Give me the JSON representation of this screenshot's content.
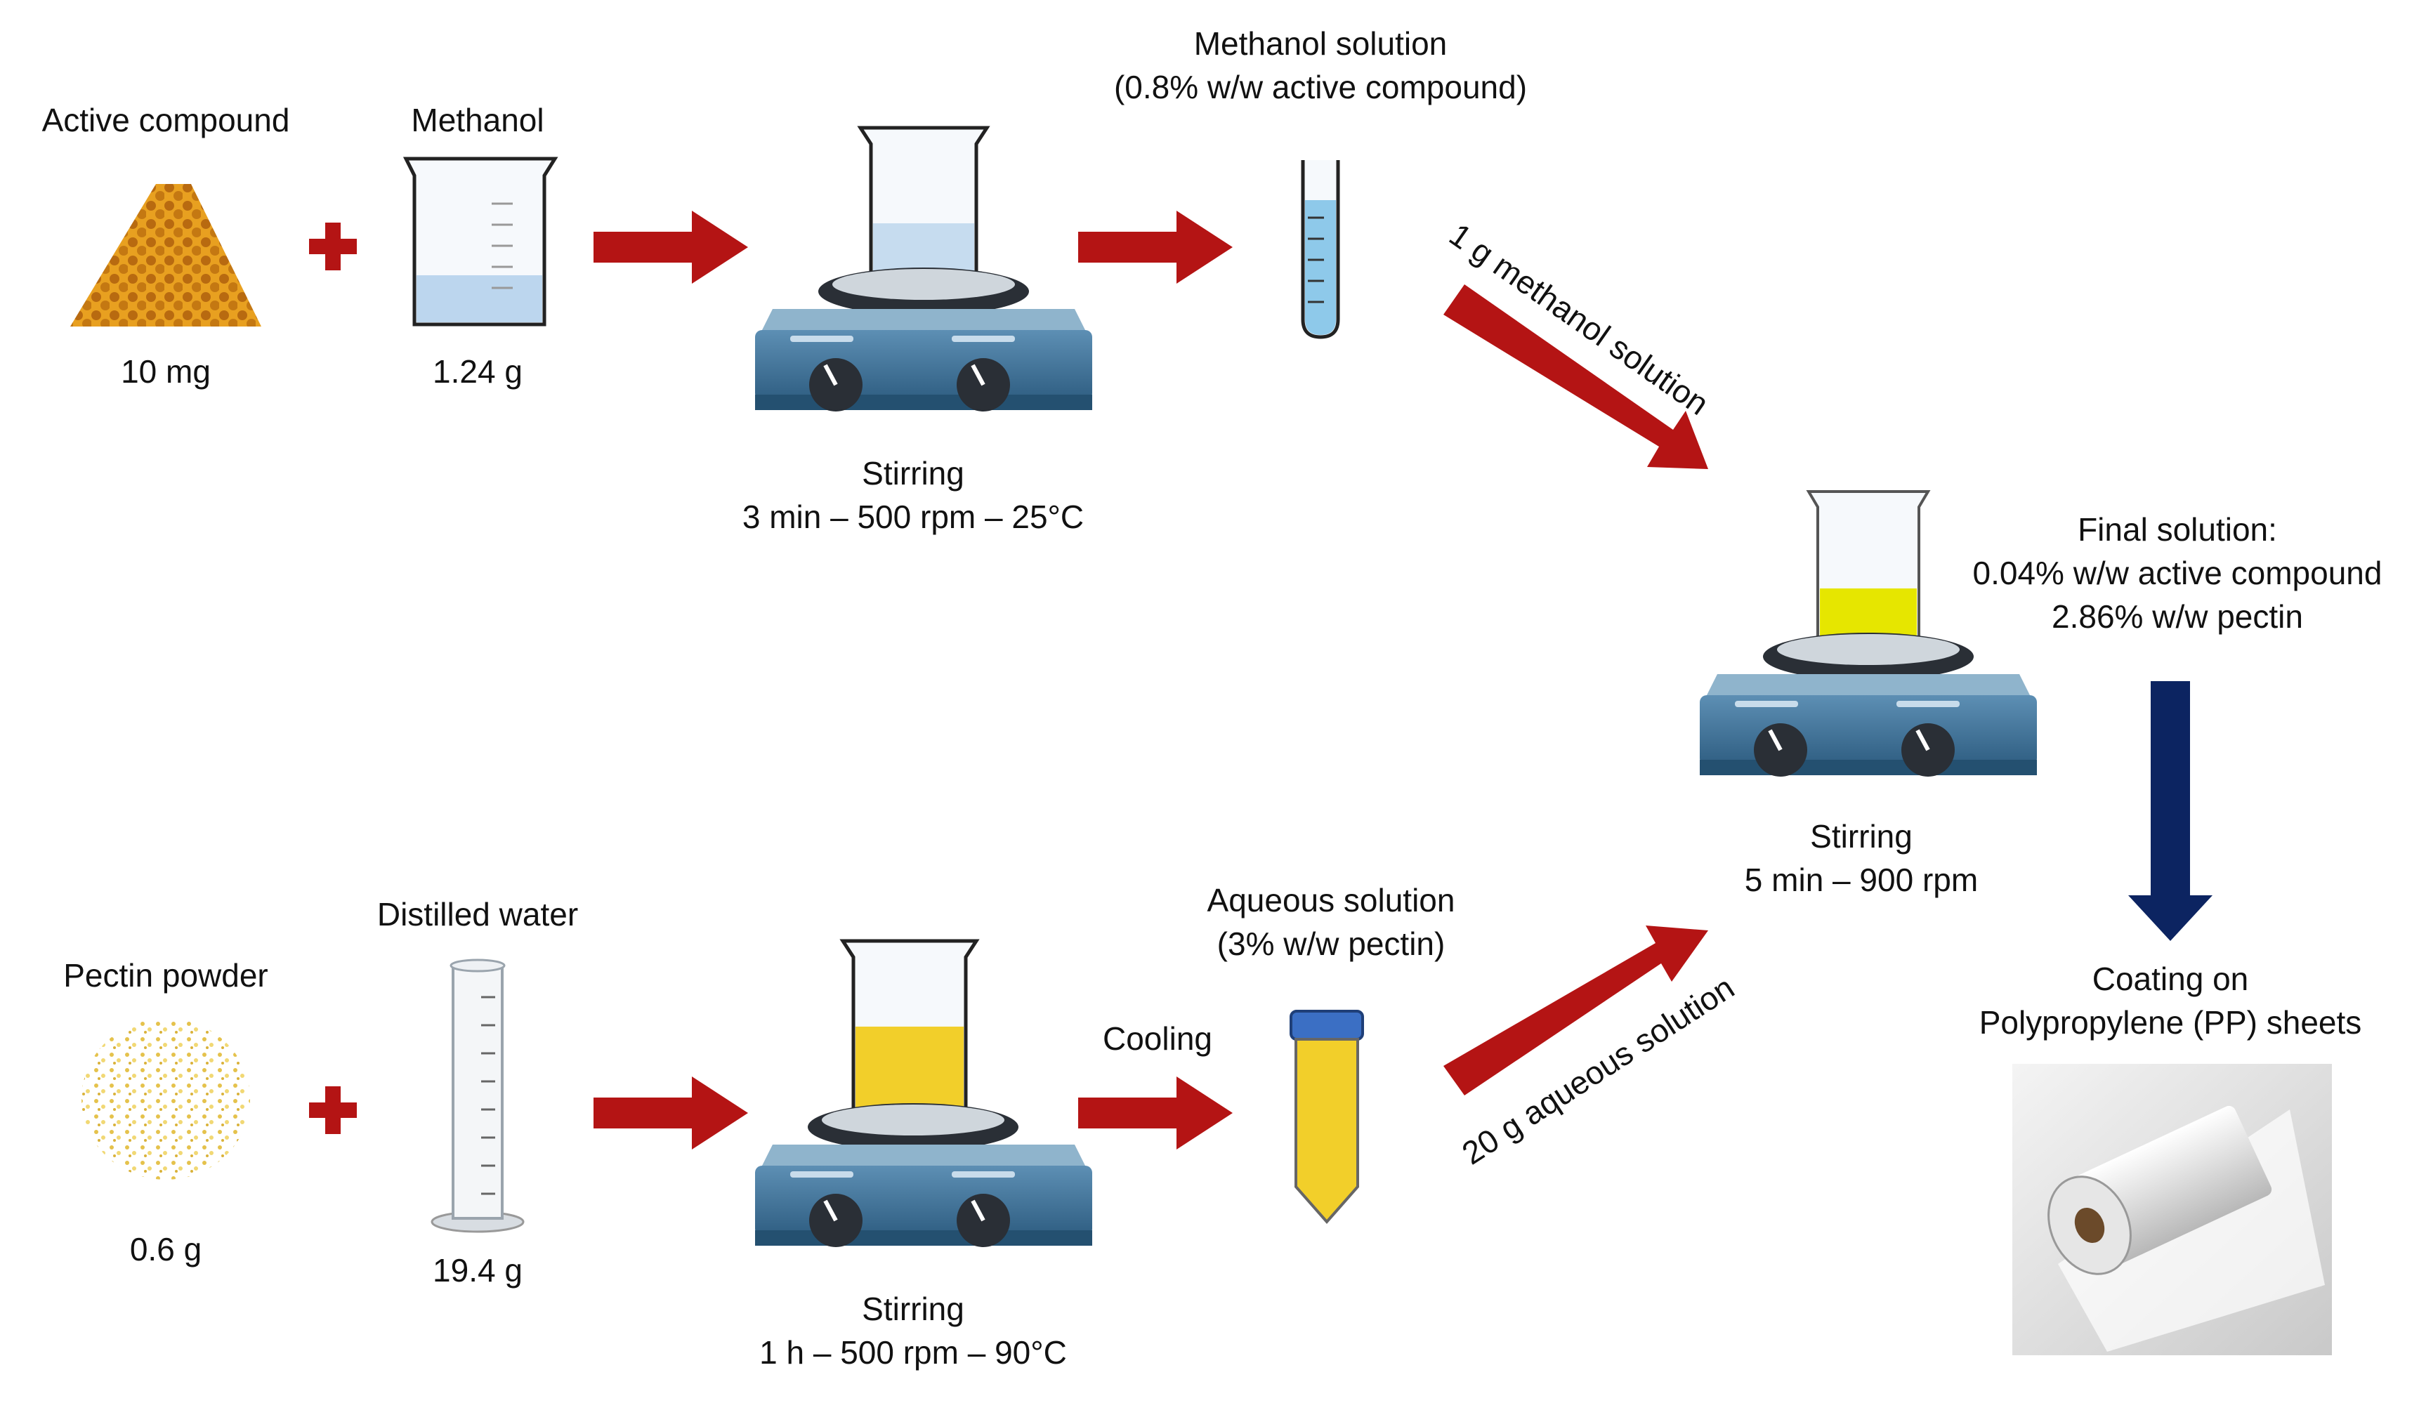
{
  "colors": {
    "red_arrow": "#b41414",
    "navy_arrow": "#0c2461",
    "plus": "#b41414",
    "stirrer_body": "#3f6f94",
    "stirrer_light": "#8fb4cc",
    "knob": "#2a2f36",
    "methanol_blue": "#8ec9ea",
    "yellow_solution": "#f2cf2a",
    "final_yellow": "#e6e600",
    "active_compound": "#d98c1c",
    "pectin": "#efd36a"
  },
  "top_row": {
    "active_compound": {
      "label": "Active compound",
      "amount": "10 mg"
    },
    "methanol": {
      "label": "Methanol",
      "amount": "1.24 g"
    },
    "stirring": {
      "title": "Stirring",
      "conditions": "3 min – 500 rpm – 25°C"
    },
    "methanol_solution": {
      "line1": "Methanol solution",
      "line2": "(0.8% w/w active compound)"
    },
    "transfer_label": "1 g methanol solution"
  },
  "bottom_row": {
    "pectin_powder": {
      "label": "Pectin powder",
      "amount": "0.6 g"
    },
    "distilled_water": {
      "label": "Distilled water",
      "amount": "19.4 g"
    },
    "stirring": {
      "title": "Stirring",
      "conditions": "1 h – 500 rpm – 90°C"
    },
    "cooling_label": "Cooling",
    "aqueous_solution": {
      "line1": "Aqueous solution",
      "line2": "(3% w/w pectin)"
    },
    "transfer_label": "20 g aqueous solution"
  },
  "final": {
    "stirring": {
      "title": "Stirring",
      "conditions": "5 min – 900 rpm"
    },
    "solution": {
      "line1": "Final solution:",
      "line2": "0.04% w/w active compound",
      "line3": "2.86% w/w pectin"
    },
    "coating": {
      "line1": "Coating on",
      "line2": "Polypropylene (PP) sheets"
    }
  },
  "icons": [
    "plus-icon",
    "beaker-icon",
    "magnetic-stirrer-icon",
    "test-tube-icon",
    "graduated-cylinder-icon",
    "falcon-tube-icon",
    "film-roll-image",
    "arrow-icon"
  ]
}
